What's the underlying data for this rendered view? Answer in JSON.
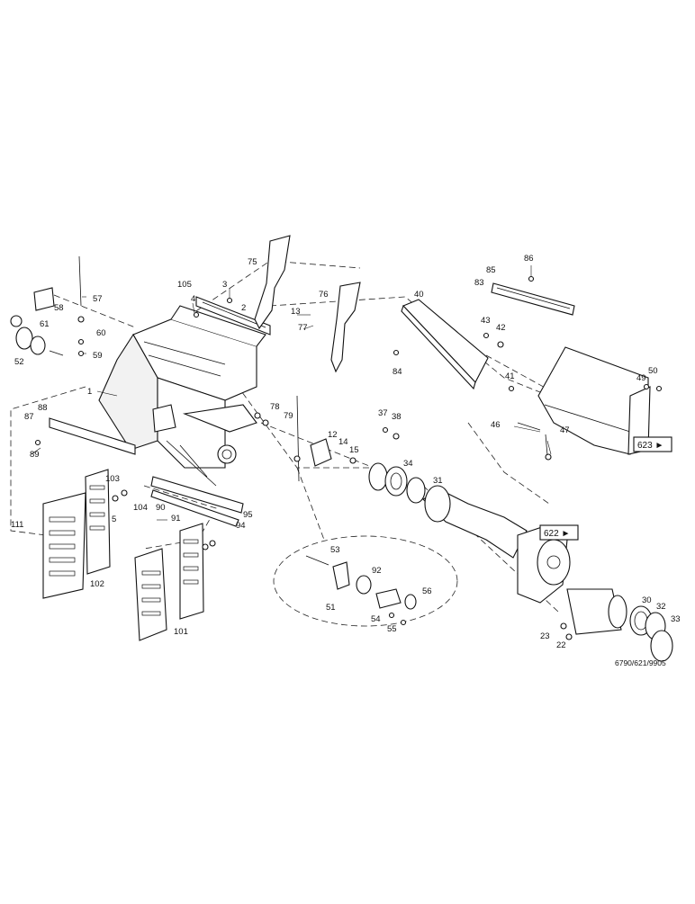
{
  "drawing": {
    "labels": [
      "1",
      "2",
      "3",
      "4",
      "5",
      "12",
      "13",
      "14",
      "15",
      "22",
      "23",
      "30",
      "31",
      "32",
      "33",
      "34",
      "37",
      "38",
      "40",
      "41",
      "42",
      "43",
      "46",
      "47",
      "49",
      "50",
      "51",
      "52",
      "53",
      "54",
      "55",
      "56",
      "57",
      "58",
      "59",
      "60",
      "61",
      "75",
      "76",
      "77",
      "78",
      "79",
      "83",
      "84",
      "85",
      "86",
      "87",
      "88",
      "89",
      "90",
      "91",
      "92",
      "94",
      "95",
      "101",
      "102",
      "103",
      "104",
      "105",
      "111"
    ],
    "ref_623": "623 ►",
    "ref_622": "622 ►",
    "code": "6790/621/9905"
  }
}
